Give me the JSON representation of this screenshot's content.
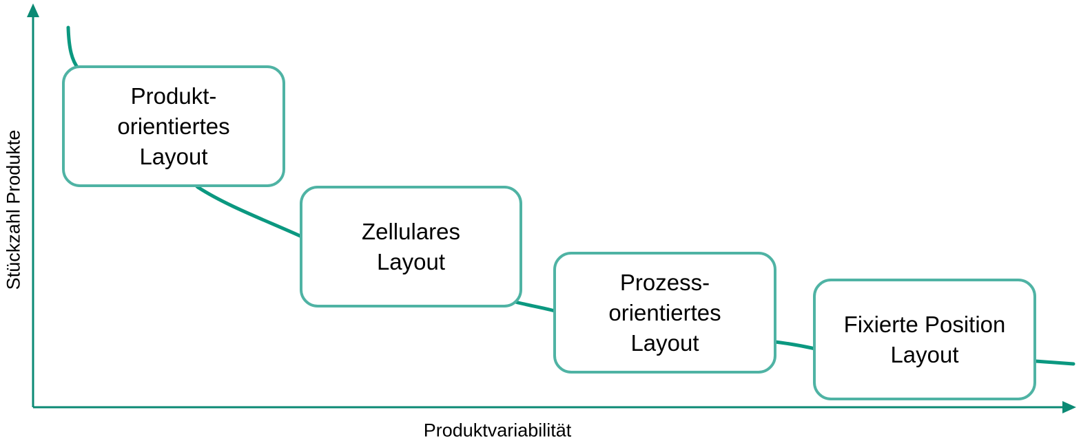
{
  "diagram": {
    "axes": {
      "y_label": "Stückzahl Produkte",
      "x_label": "Produktvariabilität"
    },
    "boxes": [
      {
        "id": "product",
        "lines": [
          "Produkt-",
          "orientiertes",
          "Layout"
        ]
      },
      {
        "id": "cellular",
        "lines": [
          "Zellulares",
          "Layout"
        ]
      },
      {
        "id": "process",
        "lines": [
          "Prozess-",
          "orientiertes",
          "Layout"
        ]
      },
      {
        "id": "fixed",
        "lines": [
          "Fixierte Position",
          "Layout"
        ]
      }
    ],
    "colors": {
      "curve": "#0b9880",
      "box_border": "#4fb3a4",
      "axis": "#0b8a74",
      "text": "#000000"
    }
  }
}
